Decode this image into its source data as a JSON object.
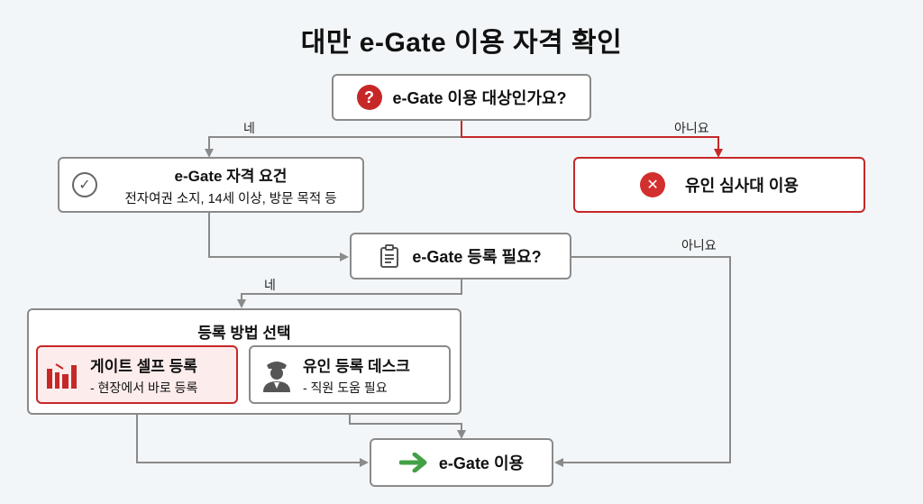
{
  "title": "대만 e-Gate 이용 자격 확인",
  "q1": {
    "text": "e-Gate 이용 대상인가요?",
    "icon": "question-circle-icon"
  },
  "branch1": {
    "yes": "네",
    "no": "아니요"
  },
  "requirements": {
    "title": "e-Gate 자격 요건",
    "detail": "전자여권 소지, 14세 이상, 방문 목적 등",
    "icon": "check-circle-icon"
  },
  "manual": {
    "text": "유인 심사대 이용",
    "icon": "x-circle-icon"
  },
  "q2": {
    "text": "e-Gate 등록 필요?",
    "icon": "clipboard-icon"
  },
  "branch2": {
    "yes": "네",
    "no": "아니요"
  },
  "method": {
    "title": "등록 방법 선택",
    "self": {
      "title": "게이트 셀프 등록",
      "detail": "- 현장에서 바로 등록",
      "icon": "kiosk-gate-icon"
    },
    "desk": {
      "title": "유인 등록 데스크",
      "detail": "- 직원 도움 필요",
      "icon": "officer-icon"
    }
  },
  "result": {
    "text": "e-Gate 이용",
    "icon": "green-arrow-icon"
  },
  "colors": {
    "red": "#c62828",
    "gray": "#8a8a8a",
    "green": "#43a047"
  }
}
